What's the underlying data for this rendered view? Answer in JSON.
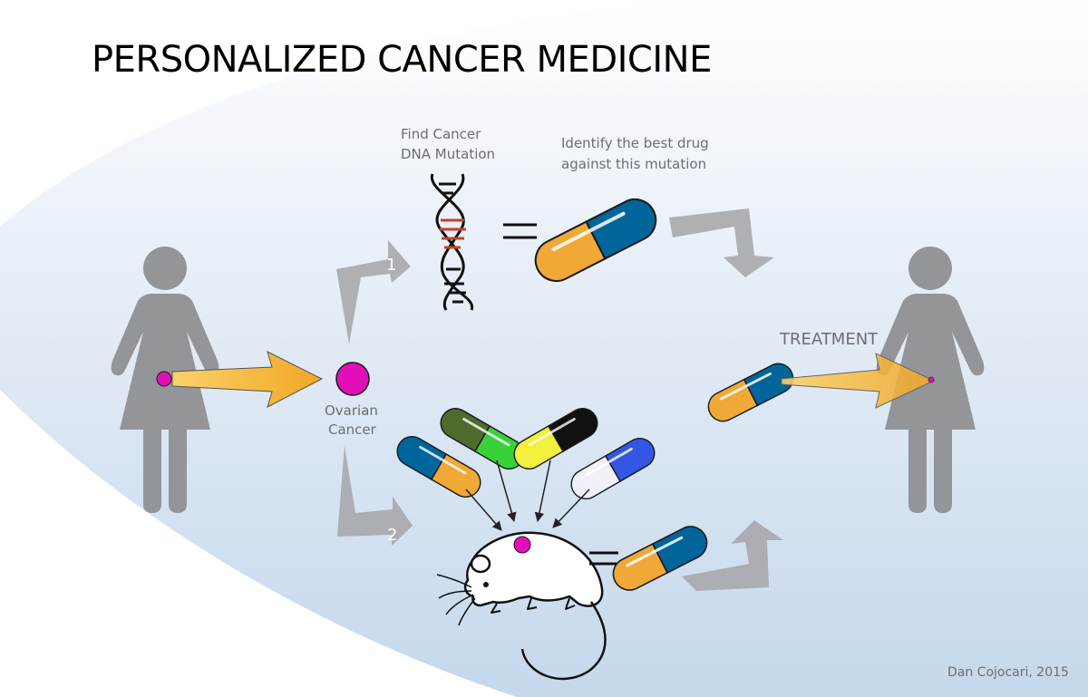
{
  "title": "PERSONALIZED CANCER MEDICINE",
  "labels": {
    "find_cancer_line1": "Find Cancer",
    "find_cancer_line2": "DNA Mutation",
    "identify_line1": "Identify the best drug",
    "identify_line2": "against this mutation",
    "ovarian_line1": "Ovarian",
    "ovarian_line2": "Cancer",
    "treatment": "TREATMENT",
    "step1": "1",
    "step2": "2",
    "credit": "Dan Cojocari, 2015"
  },
  "colors": {
    "tumor": "#e20fb8",
    "pill_dark": "#00659a",
    "pill_orange": "#f0a837",
    "arrow_gray": "#a7a9ac",
    "person_gray": "#939598",
    "dna_red": "#c1452a",
    "gold_arrow": "#f6b93b"
  },
  "icons": [
    "woman-silhouette-icon",
    "dna-helix-icon",
    "pill-capsule-icon",
    "mouse-icon",
    "tumor-dot-icon"
  ]
}
